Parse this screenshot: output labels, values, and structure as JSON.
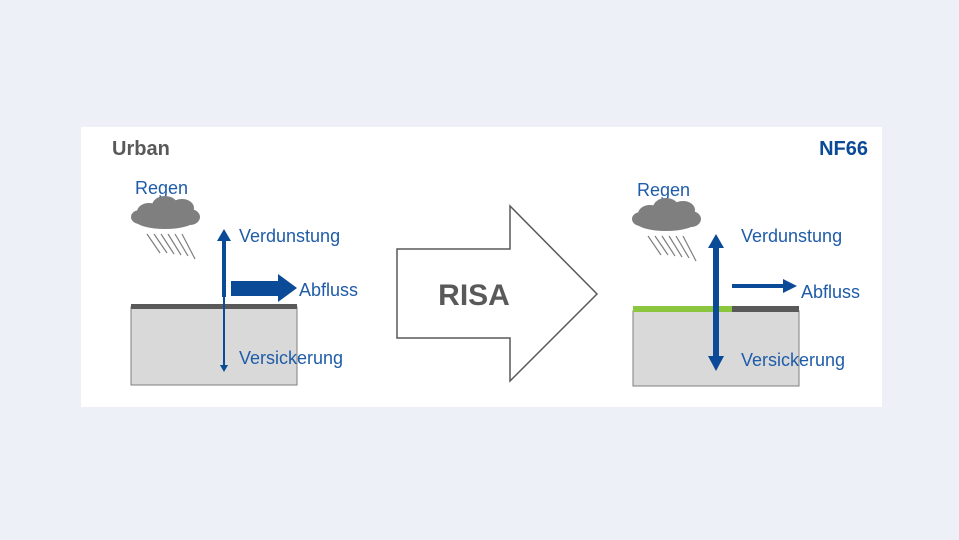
{
  "left": {
    "title": "Urban",
    "regen": "Regen",
    "verdunstung": "Verdunstung",
    "abfluss": "Abfluss",
    "versickerung": "Versickerung"
  },
  "right": {
    "title": "NF66",
    "regen": "Regen",
    "verdunstung": "Verdunstung",
    "abfluss": "Abfluss",
    "versickerung": "Versickerung"
  },
  "center": {
    "label": "RISA"
  },
  "colors": {
    "page_bg": "#edf1f7",
    "panel_bg": "#ffffff",
    "arrow_blue": "#0b4a96",
    "label_blue": "#1f5ca8",
    "title_grey": "#595959",
    "title_blue": "#0b4a96",
    "ground_fill": "#d9d9d9",
    "surface_dark": "#595959",
    "surface_green": "#8cc63f",
    "cloud": "#7f7f7f",
    "big_arrow_stroke": "#595959"
  }
}
